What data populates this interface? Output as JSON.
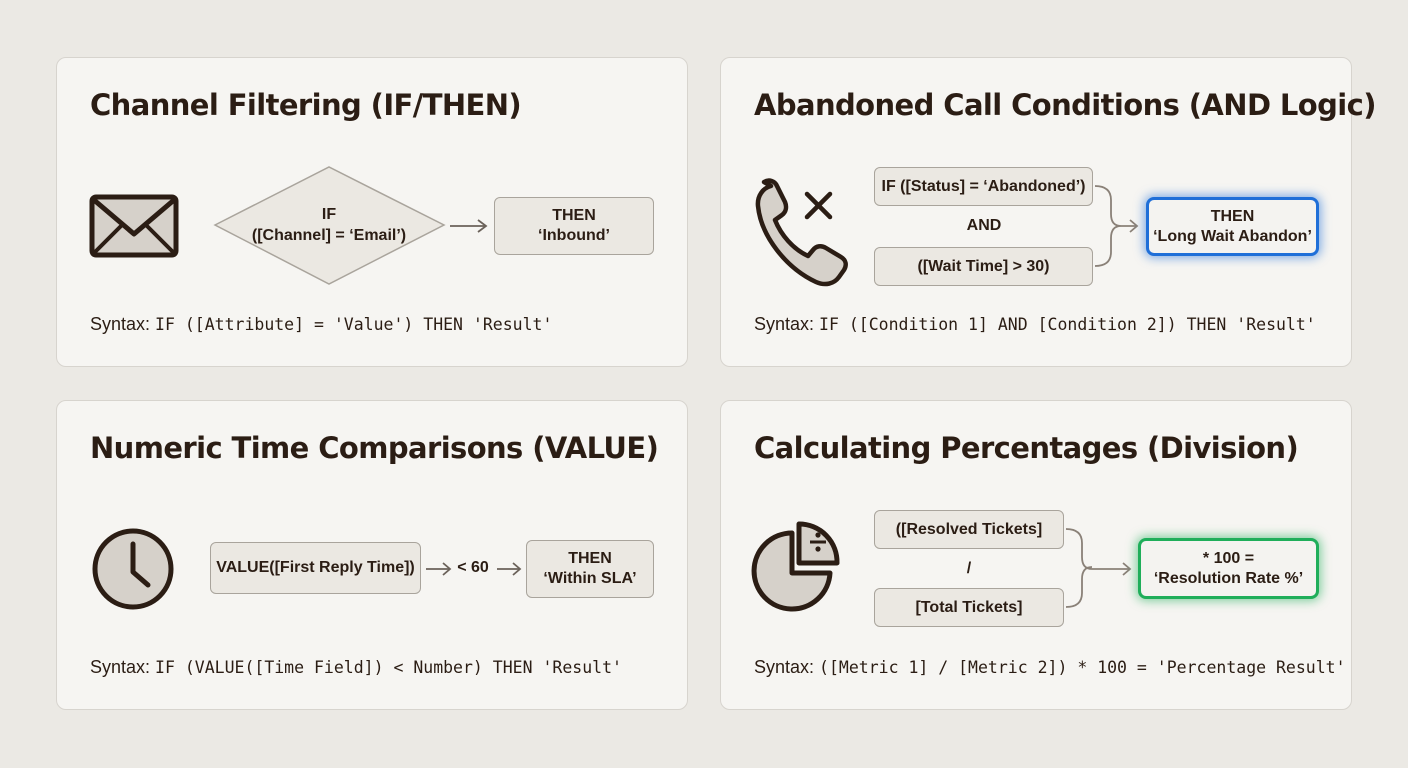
{
  "colors": {
    "background": "#ebe9e4",
    "panel": "#f6f5f2",
    "text": "#2b1d14",
    "box_fill": "#ebe8e2",
    "box_border": "#a9a49c",
    "highlight_blue": "#1f6fd8",
    "highlight_green": "#1fae5a"
  },
  "panels": [
    {
      "title": "Channel Filtering (IF/THEN)",
      "icon": "envelope-icon",
      "condition": "IF\n([Channel] = ‘Email’)",
      "result": "THEN\n‘Inbound’",
      "syntax_label": "Syntax:",
      "syntax_code": "IF ([Attribute] = 'Value') THEN 'Result'"
    },
    {
      "title": "Abandoned Call Conditions (AND Logic)",
      "icon": "phone-missed-icon",
      "condition_1": "IF ([Status] = ‘Abandoned’)",
      "operator": "AND",
      "condition_2": "([Wait Time] > 30)",
      "result": "THEN\n‘Long Wait Abandon’",
      "syntax_label": "Syntax:",
      "syntax_code": "IF ([Condition 1] AND [Condition 2]) THEN 'Result'"
    },
    {
      "title": "Numeric Time Comparisons (VALUE)",
      "icon": "clock-icon",
      "function": "VALUE([First Reply Time])",
      "comparison": "< 60",
      "result": "THEN\n‘Within SLA’",
      "syntax_label": "Syntax:",
      "syntax_code": "IF (VALUE([Time Field]) < Number) THEN 'Result'"
    },
    {
      "title": "Calculating Percentages (Division)",
      "icon": "pie-chart-divide-icon",
      "numerator": "([Resolved Tickets]",
      "operator": "/",
      "denominator": "[Total Tickets]",
      "result": "* 100 =\n‘Resolution Rate %’",
      "syntax_label": "Syntax:",
      "syntax_code": "([Metric 1] / [Metric 2]) * 100 = 'Percentage Result'"
    }
  ]
}
